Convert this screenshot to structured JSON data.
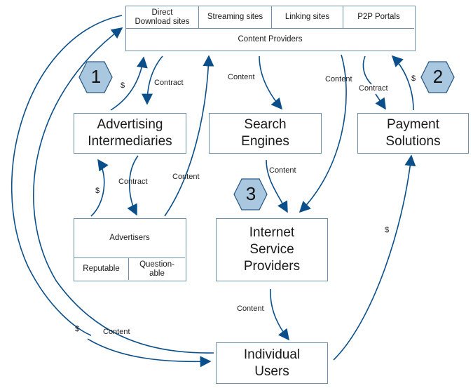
{
  "diagram": {
    "title": "Content Providers",
    "content_providers": {
      "label": "Content Providers",
      "subtypes": [
        "Direct\nDownload sites",
        "Streaming sites",
        "Linking sites",
        "P2P Portals"
      ]
    },
    "nodes": {
      "advertising_intermediaries": "Advertising\nIntermediaries",
      "search_engines": "Search\nEngines",
      "payment_solutions": "Payment\nSolutions",
      "advertisers": "Advertisers",
      "advertisers_subtypes": [
        "Reputable",
        "Question-\nable"
      ],
      "isp": "Internet\nService\nProviders",
      "individual_users": "Individual\nUsers"
    },
    "markers": [
      "1",
      "2",
      "3"
    ],
    "edge_labels": {
      "adint_to_cp_money": "$",
      "cp_to_adint_contract": "Contract",
      "cp_to_search_content": "Content",
      "cp_to_isp_content": "Content",
      "cp_to_payment_contract": "Contract",
      "payment_to_cp_money": "$",
      "adv_to_adint_money": "$",
      "adint_to_adv_contract": "Contract",
      "adv_to_cp_content": "Content",
      "search_to_isp_content": "Content",
      "users_to_payment_money": "$",
      "isp_to_users_content": "Content",
      "cp_to_users_money": "$",
      "users_to_cp_content": "Content"
    },
    "colors": {
      "arrow": "#0b4f8a",
      "box_border": "#6f8fa8",
      "hex_fill": "#a9c8e0",
      "hex_border": "#2a5a86"
    }
  }
}
